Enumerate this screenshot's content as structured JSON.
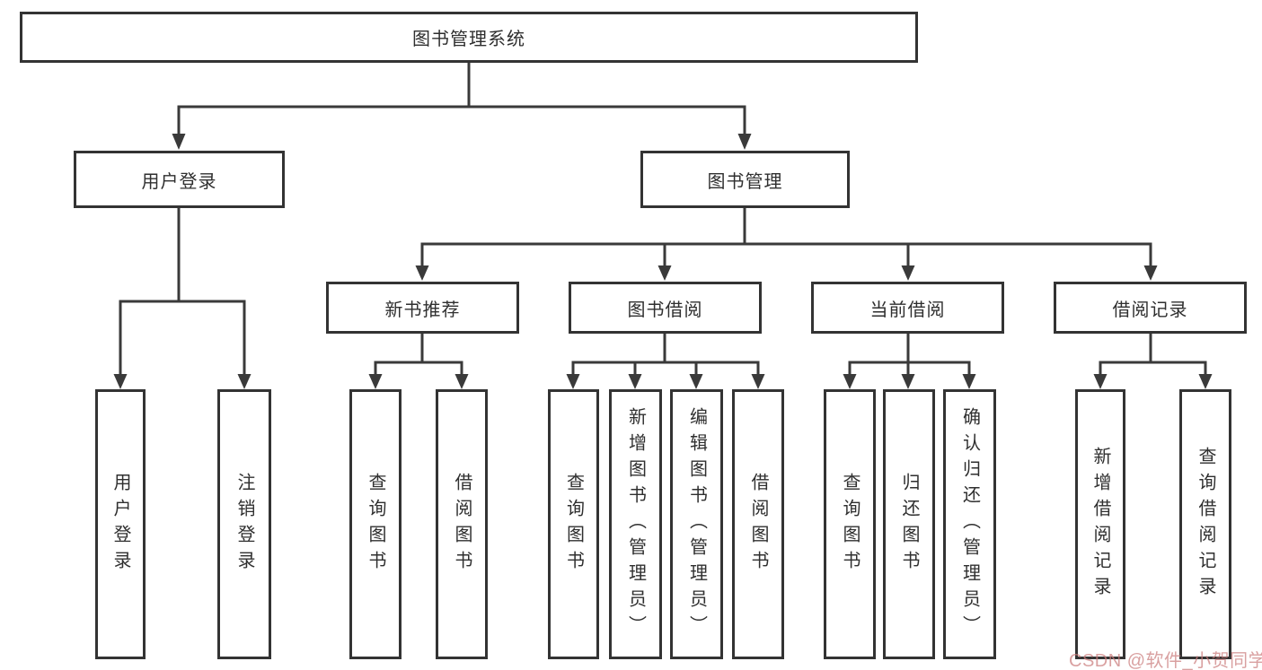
{
  "diagram": {
    "root": {
      "label": "图书管理系统"
    },
    "branches": [
      {
        "label": "用户登录",
        "children": [
          {
            "label": "用户登录"
          },
          {
            "label": "注销登录"
          }
        ]
      },
      {
        "label": "图书管理",
        "children": [
          {
            "label": "新书推荐",
            "children": [
              {
                "label": "查询图书"
              },
              {
                "label": "借阅图书"
              }
            ]
          },
          {
            "label": "图书借阅",
            "children": [
              {
                "label": "查询图书"
              },
              {
                "label": "新增图书（管理员）"
              },
              {
                "label": "编辑图书（管理员）"
              },
              {
                "label": "借阅图书"
              }
            ]
          },
          {
            "label": "当前借阅",
            "children": [
              {
                "label": "查询图书"
              },
              {
                "label": "归还图书"
              },
              {
                "label": "确认归还（管理员）"
              }
            ]
          },
          {
            "label": "借阅记录",
            "children": [
              {
                "label": "新增借阅记录"
              },
              {
                "label": "查询借阅记录"
              }
            ]
          }
        ]
      }
    ]
  },
  "watermark": {
    "label": "CSDN @软件_小贺同学"
  },
  "colors": {
    "line": "#3a3a3a",
    "box_border": "#333333",
    "box_fill": "#ffffff",
    "text": "#2f2f2f",
    "watermark": "#ca7c7c",
    "background": "#ffffff"
  }
}
